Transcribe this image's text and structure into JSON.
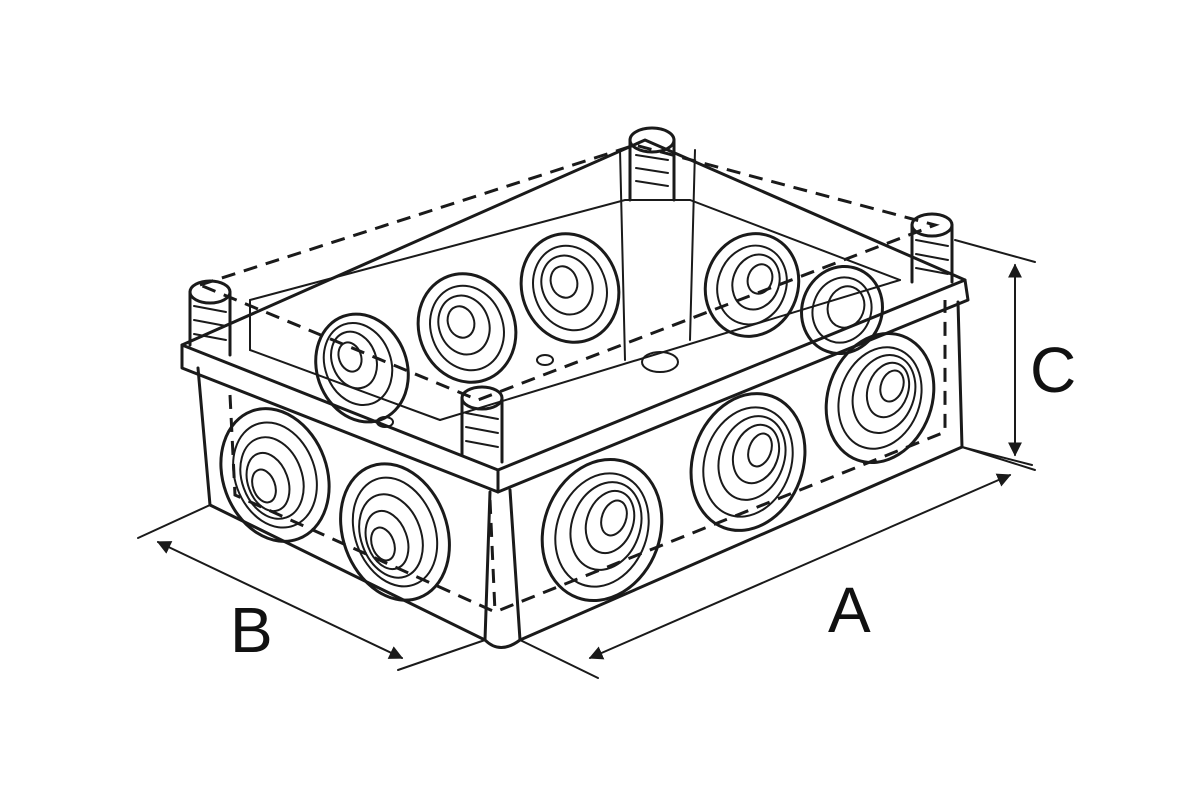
{
  "diagram": {
    "dimension_labels": {
      "a": "A",
      "b": "B",
      "c": "C"
    },
    "colors": {
      "line": "#1a1a1a",
      "background": "#ffffff"
    }
  }
}
